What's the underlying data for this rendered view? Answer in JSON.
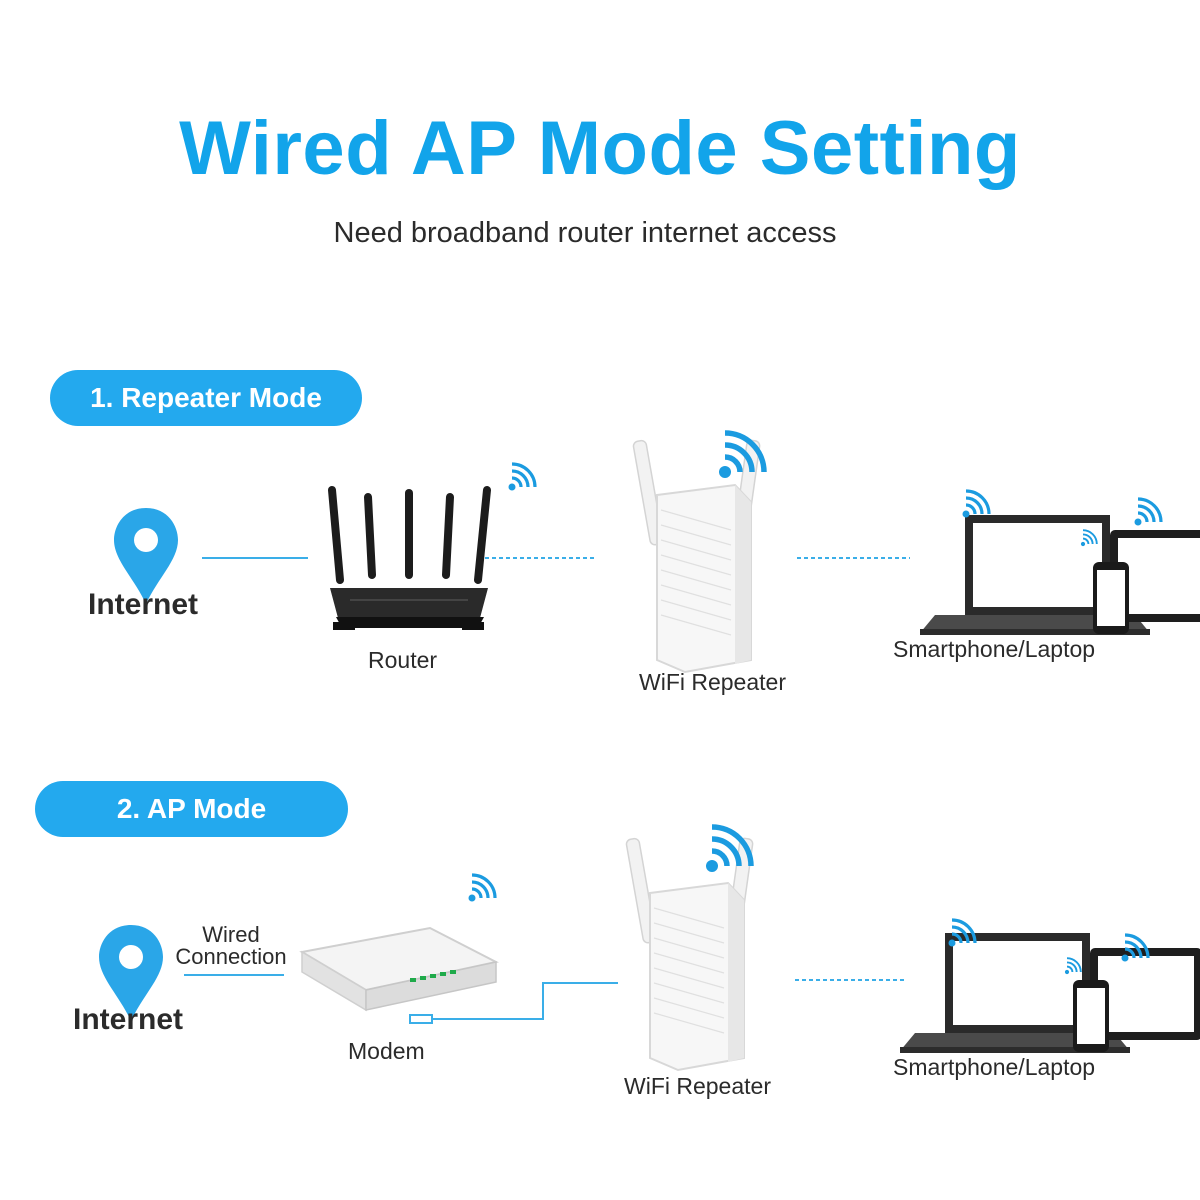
{
  "title": "Wired AP Mode Setting",
  "subtitle": "Need broadband router internet access",
  "colors": {
    "accent": "#23a9ee",
    "title": "#12a4ea",
    "line": "#3aaee8",
    "text": "#2b2b2b"
  },
  "modes": [
    {
      "label": "1. Repeater Mode",
      "internet_label": "Internet",
      "router_label": "Router",
      "repeater_label": "WiFi Repeater",
      "devices_label": "Smartphone/Laptop"
    },
    {
      "label": "2. AP Mode",
      "internet_label": "Internet",
      "wired_label_line1": "Wired",
      "wired_label_line2": "Connection",
      "modem_label": "Modem",
      "repeater_label": "WiFi Repeater",
      "devices_label": "Smartphone/Laptop"
    }
  ],
  "icons": [
    "location-pin-icon",
    "wifi-signal-icon",
    "router-icon",
    "repeater-icon",
    "laptop-icon",
    "tablet-icon",
    "smartphone-icon",
    "modem-icon"
  ]
}
